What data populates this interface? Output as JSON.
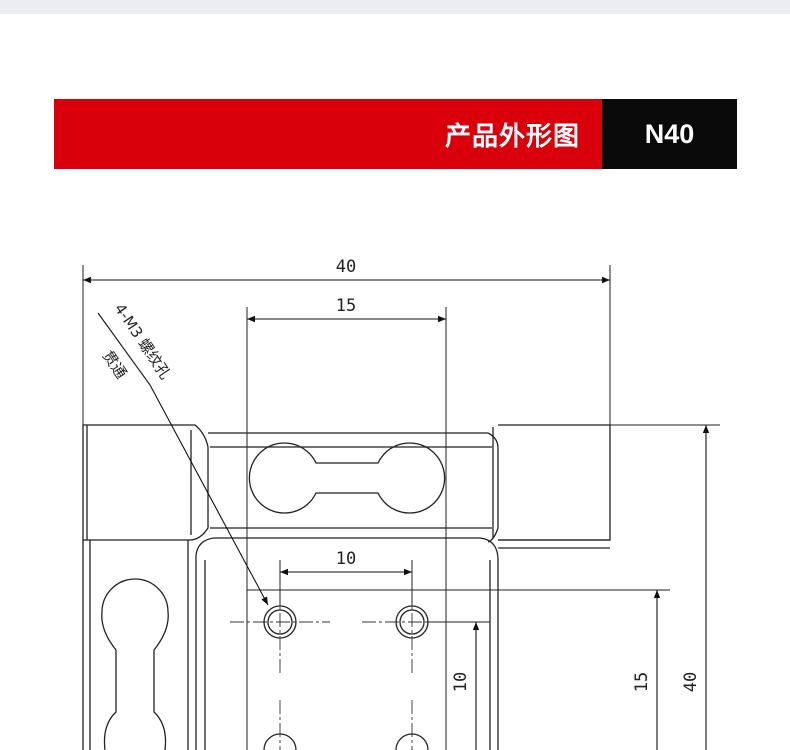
{
  "banner": {
    "title": "产品外形图",
    "model": "N40",
    "red_color": "#d9000c",
    "black_color": "#0a0a0a"
  },
  "drawing": {
    "dims": {
      "overall_width": "40",
      "slot_width": "15",
      "hole_spacing_h": "10",
      "hole_spacing_v": "10",
      "height_15": "15",
      "overall_height": "40"
    },
    "note": {
      "line1": "4-M3 螺纹孔",
      "line2": "贯通"
    }
  }
}
